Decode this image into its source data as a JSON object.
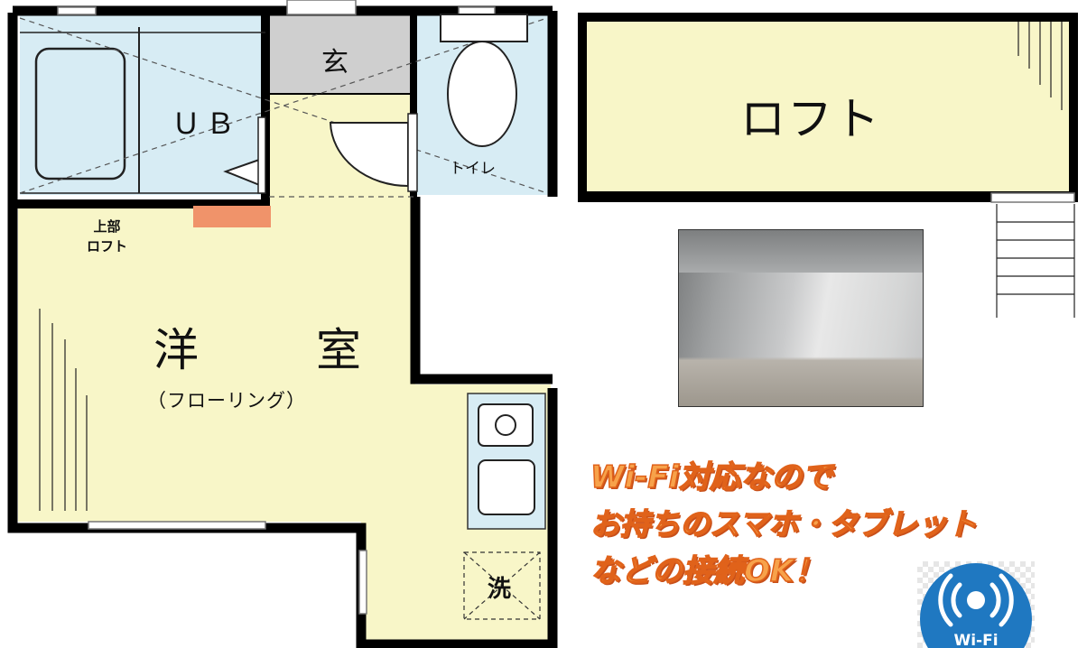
{
  "floor_plan": {
    "rooms": {
      "unit_bath": "ＵＢ",
      "entrance": "玄",
      "toilet": "トイレ",
      "upper_loft": [
        "上部",
        "ロフト"
      ],
      "western_room": "洋　室",
      "flooring": "（フローリング）",
      "washer": "洗",
      "loft": "ロフト"
    }
  },
  "promo": {
    "line1": "Wi-Fi対応なので",
    "line2": "お持ちのスマホ・タブレット",
    "line3": "などの接続OK！"
  },
  "wifi_badge": {
    "label": "Wi-Fi",
    "icon": "wifi-signal-icon",
    "color": "#1f78c1"
  },
  "colors": {
    "room_fill": "#f8f6c8",
    "bath_fill": "#d7ecf4",
    "entrance_fill": "#cfcfcf",
    "wall": "#000000",
    "orange_mark": "#f0936a",
    "promo_text": "#f7a24a"
  }
}
